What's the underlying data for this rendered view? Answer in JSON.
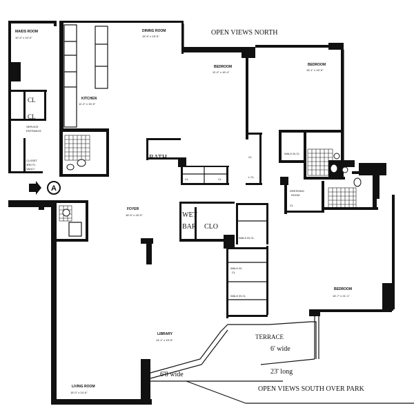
{
  "rooms": {
    "maids_room": {
      "name": "MAIDS ROOM",
      "dims": "10'-4\" x 10'-0\""
    },
    "dining_room": {
      "name": "DINING ROOM",
      "dims": "15'-5\" x 15'-5\""
    },
    "kitchen": {
      "name": "KITCHEN",
      "dims": "11'-2\" x 15'-5\""
    },
    "bedroom_1": {
      "name": "BEDROOM",
      "dims": "11'-0\" x 16'-4\""
    },
    "bedroom_2": {
      "name": "BEDROOM",
      "dims": "15'-1\" x 16'-5\""
    },
    "bedroom_3": {
      "name": "BEDROOM",
      "dims": "16'-7\" x 21'-1\""
    },
    "foyer": {
      "name": "FOYER",
      "dims": "16'-5\" x 15'-0\""
    },
    "library": {
      "name": "LIBRARY",
      "dims": "14'-1\" x 15'-5\""
    },
    "living_room": {
      "name": "LIVING ROOM",
      "dims": "15'-0\" x 24'-6\""
    }
  },
  "labels": {
    "open_views_north": "OPEN VIEWS NORTH",
    "open_views_south": "OPEN VIEWS SOUTH OVER PARK",
    "bath": "BATH",
    "wet_bar_1": "WET",
    "wet_bar_2": "BAR",
    "clo": "CLO",
    "cl": "CL",
    "l_cl": "L CL",
    "service_entrance_1": "SERVICE",
    "service_entrance_2": "ENTRANCE",
    "closet_1": "CLOSET",
    "closet_2": "3RD FL",
    "closet_3": "VAULT",
    "walk_in_cl": "WALK IN CL",
    "walk_in": "WALK IN",
    "dressing_1": "DRESSING",
    "dressing_2": "ROOM",
    "terrace": "TERRACE",
    "terrace_width": "6' wide",
    "terrace_long": "23' long",
    "library_terrace_width": "6'8 wide",
    "entry_marker": "A"
  }
}
